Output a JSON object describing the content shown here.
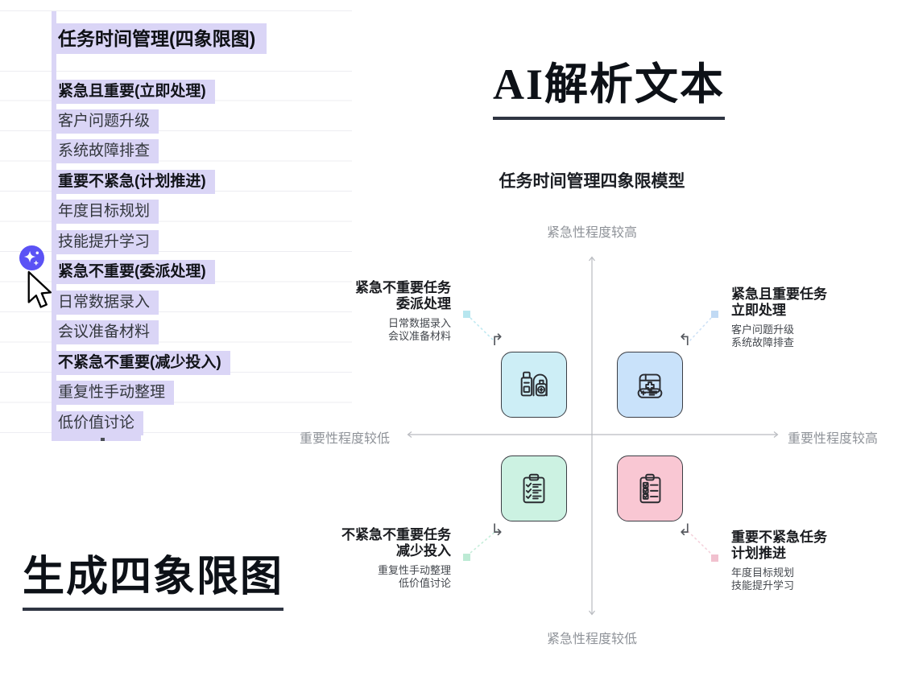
{
  "steps": {
    "parse_heading": "AI解析文本",
    "generate_heading": "生成四象限图"
  },
  "document": {
    "title": "任务时间管理(四象限图)",
    "highlight_color": "#dad5f6",
    "sections": [
      {
        "header": "紧急且重要(立即处理)",
        "items": [
          "客户问题升级",
          "系统故障排查"
        ]
      },
      {
        "header": "重要不紧急(计划推进)",
        "items": [
          "年度目标规划",
          "技能提升学习"
        ]
      },
      {
        "header": "紧急不重要(委派处理)",
        "items": [
          "日常数据录入",
          "会议准备材料"
        ]
      },
      {
        "header": "不紧急不重要(减少投入)",
        "items": [
          "重复性手动整理",
          "低价值讨论"
        ]
      }
    ]
  },
  "assistant": {
    "icon": "ai-sparkle-icon",
    "color": "#5b52f5"
  },
  "chart_data": {
    "type": "quadrant",
    "title": "任务时间管理四象限模型",
    "axes": {
      "top": "紧急性程度较高",
      "bottom": "紧急性程度较低",
      "left": "重要性程度较低",
      "right": "重要性程度较高"
    },
    "corner_arrows": {
      "top_left": "↱",
      "top_right": "↰",
      "bottom_left": "↳",
      "bottom_right": "↲"
    },
    "quadrants": [
      {
        "position": "top-left",
        "title": "紧急不重要任务",
        "subtitle": "委派处理",
        "items": [
          "日常数据录入",
          "会议准备材料"
        ],
        "color": "#cdeef6",
        "icon": "pharmacy-bottles-icon"
      },
      {
        "position": "top-right",
        "title": "紧急且重要任务",
        "subtitle": "立即处理",
        "items": [
          "客户问题升级",
          "系统故障排查"
        ],
        "color": "#c9e2fa",
        "icon": "first-aid-bag-icon"
      },
      {
        "position": "bottom-left",
        "title": "不紧急不重要任务",
        "subtitle": "减少投入",
        "items": [
          "重复性手动整理",
          "低价值讨论"
        ],
        "color": "#ccf2e2",
        "icon": "checklist-clipboard-icon"
      },
      {
        "position": "bottom-right",
        "title": "重要不紧急任务",
        "subtitle": "计划推进",
        "items": [
          "年度目标规划",
          "技能提升学习"
        ],
        "color": "#f9c7d3",
        "icon": "task-clipboard-icon"
      }
    ]
  }
}
